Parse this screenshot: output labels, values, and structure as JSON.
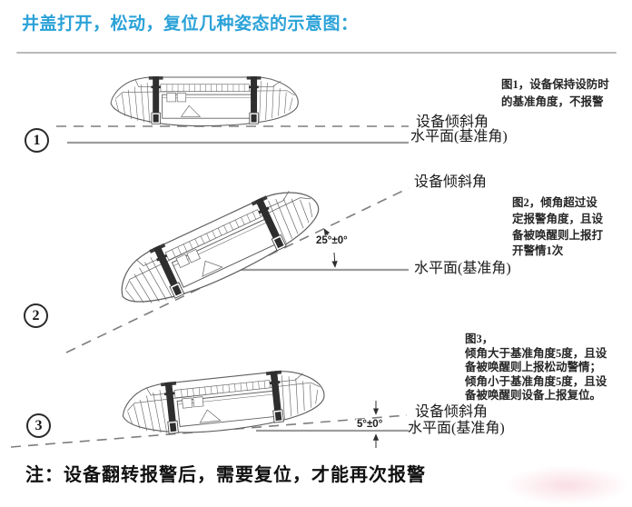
{
  "title": "井盖打开，松动，复位几种姿态的示意图：",
  "footer": "注：设备翻转报警后，需要复位，才能再次报警",
  "figure1": {
    "number": "1",
    "tilt_label": "设备倾斜角",
    "plane_label": "水平面(基准角)",
    "note": "图1，设备保持设防时的基准角度，不报警"
  },
  "figure2": {
    "number": "2",
    "angle": "25°±0°",
    "tilt_label": "设备倾斜角",
    "plane_label": "水平面(基准角)",
    "note": "图2，倾角超过设定报警角度，且设备被唤醒则上报打开警情1次"
  },
  "figure3": {
    "number": "3",
    "angle": "5°±0°",
    "tilt_label": "设备倾斜角",
    "plane_label": "水平面(基准角)",
    "note_heading": "图3，",
    "note_line1": "倾角大于基准角度5度，且设备被唤醒则上报松动警情；",
    "note_line2": "倾角小于基准角度5度，且设备被唤醒则设备上报复位。"
  },
  "colors": {
    "title_blue": "#2BA2D8",
    "text_dark": "#1c1c1c",
    "dashed_line": "#7e7e7e",
    "solid_line": "#9c9c9c",
    "drawing_stroke": "#5f5f5f"
  }
}
